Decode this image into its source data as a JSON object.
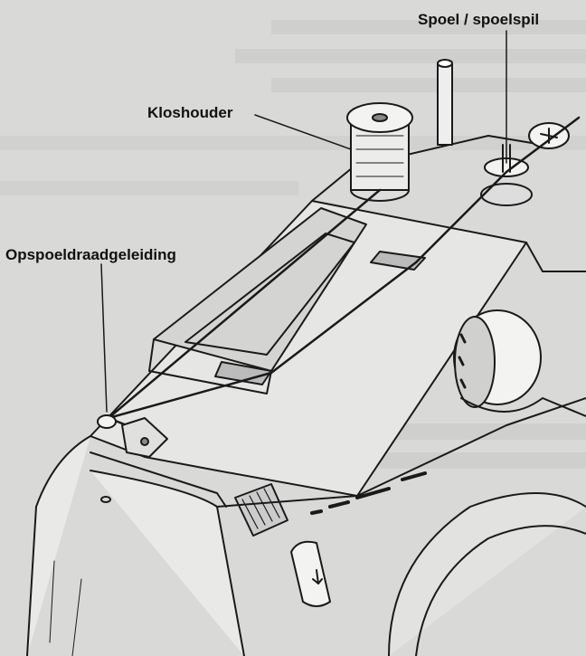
{
  "labels": {
    "spool_pin": "Spoel / spoelspil",
    "spool_holder": "Kloshouder",
    "bobbin_thread_guide": "Opspoeldraadgeleiding"
  },
  "colors": {
    "paper": "#d9d9d7",
    "ink": "#1a1a1a",
    "ghost_text": "#c5c5c3"
  }
}
